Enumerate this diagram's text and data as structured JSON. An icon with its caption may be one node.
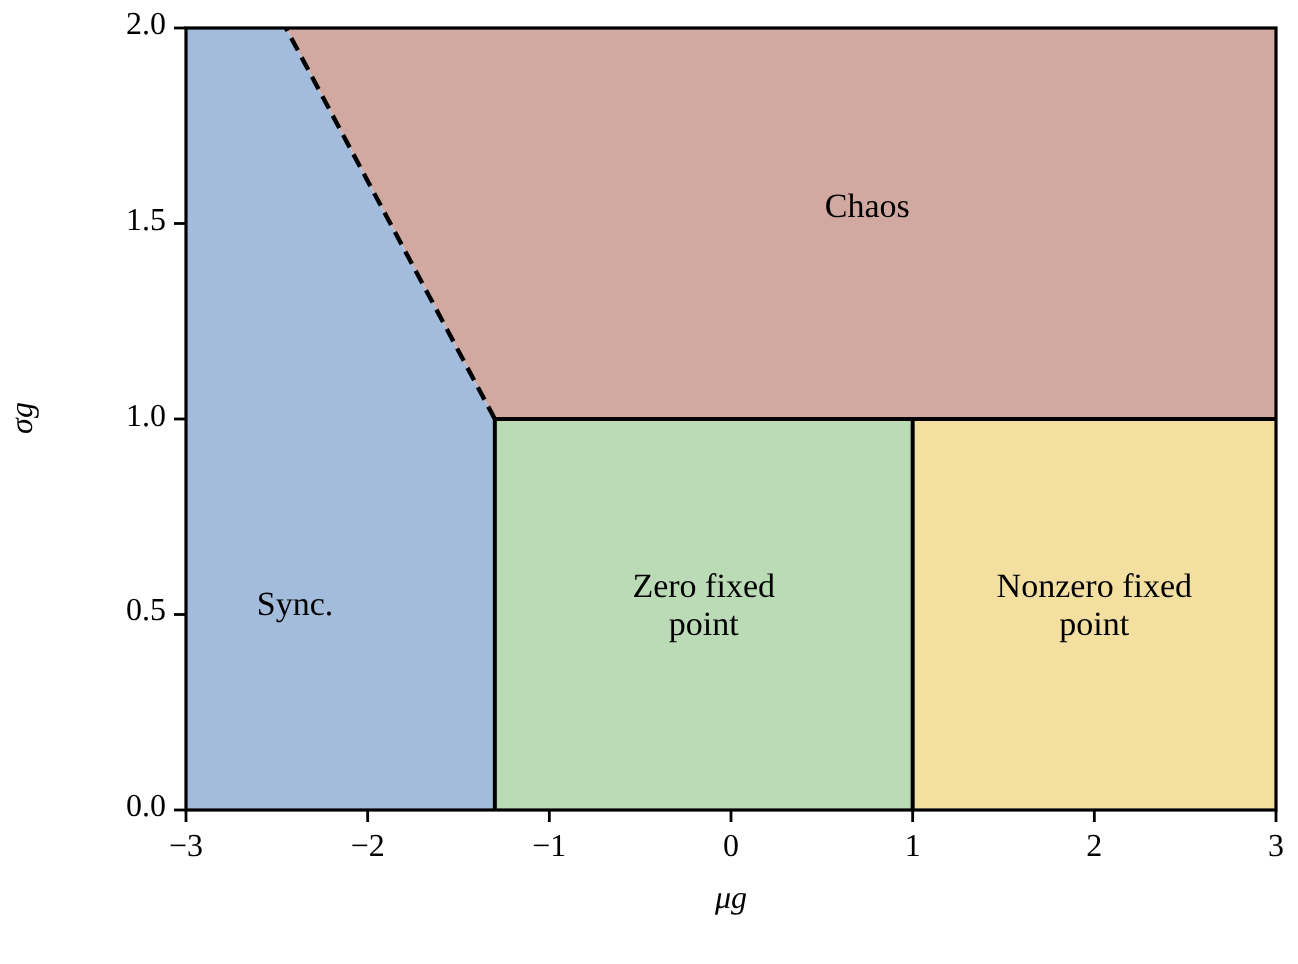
{
  "diagram": {
    "nodes": [
      {
        "text": [
          "Chaos"
        ]
      },
      {
        "text": [
          "Sync."
        ]
      },
      {
        "text": [
          "Zero fixed point"
        ]
      },
      {
        "text": [
          "Nonzero fixed point"
        ]
      }
    ],
    "labels": [
      "2.0",
      "1.5",
      "1.0",
      "0.5",
      "0.0",
      "σg",
      "−3",
      "−2",
      "−1",
      "0",
      "1",
      "2",
      "3",
      "μg"
    ]
  }
}
